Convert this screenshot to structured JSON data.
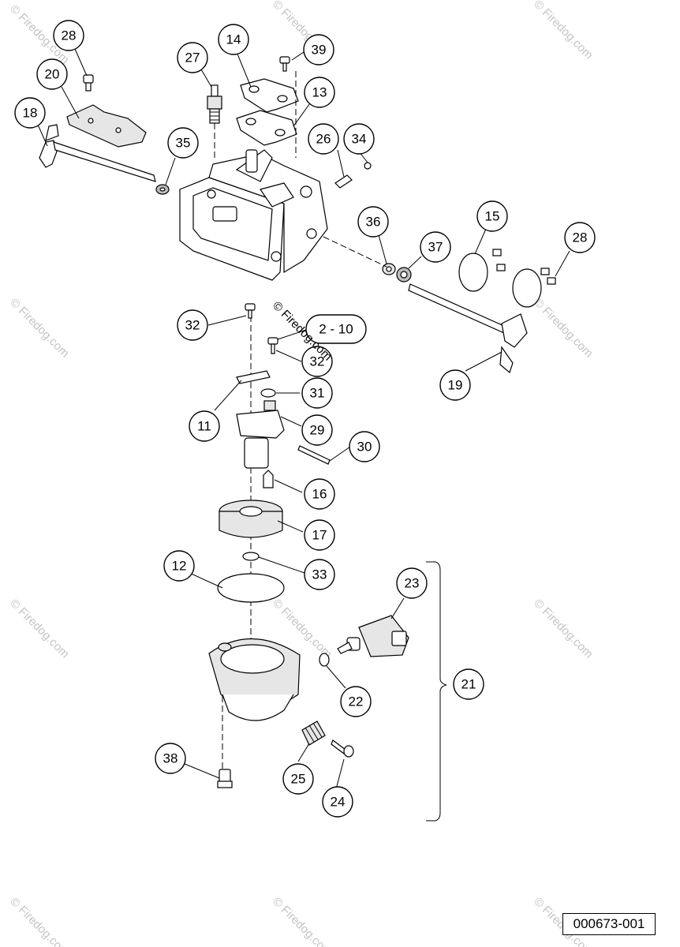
{
  "callouts": [
    "28",
    "20",
    "18",
    "27",
    "14",
    "39",
    "13",
    "35",
    "26",
    "34",
    "36",
    "37",
    "15",
    "28",
    "32",
    "2 - 10",
    "32",
    "11",
    "31",
    "29",
    "30",
    "16",
    "17",
    "12",
    "33",
    "23",
    "21",
    "22",
    "38",
    "25",
    "24",
    "19"
  ],
  "watermark": "© Firedog.com",
  "reference_number": "000673-001"
}
